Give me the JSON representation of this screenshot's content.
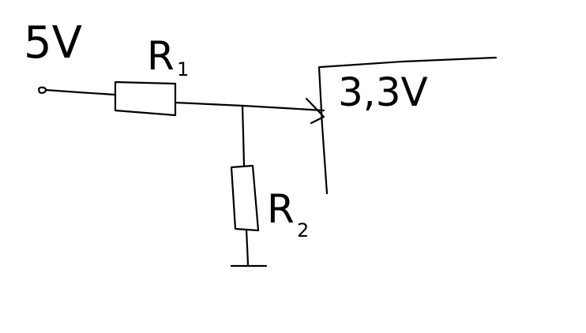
{
  "diagram": {
    "input_voltage": "5V",
    "output_voltage": "3,3V",
    "resistors": [
      {
        "letter": "R",
        "index": "1"
      },
      {
        "letter": "R",
        "index": "2"
      }
    ],
    "ink_color": "#000000",
    "background_color": "#ffffff"
  }
}
